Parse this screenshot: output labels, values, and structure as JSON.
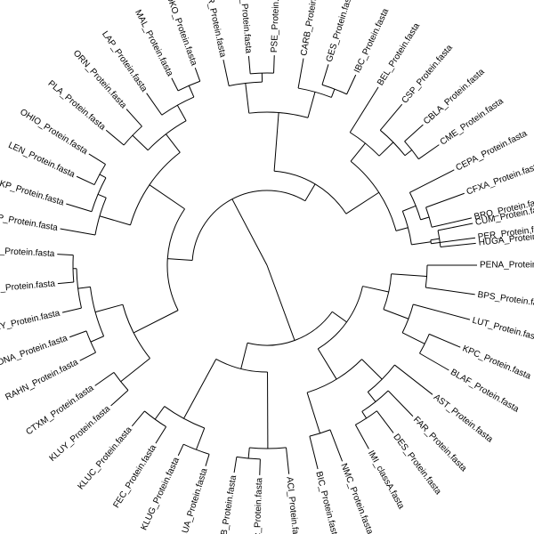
{
  "tree": {
    "line_color": "#000000",
    "background": "#ffffff",
    "leaves": [
      {
        "angle": 0,
        "label": "PENA_Protein.fasta"
      },
      {
        "angle": 8,
        "label": "BPS_Protein.fasta"
      },
      {
        "angle": 15,
        "label": "LUT_Protein.fasta"
      },
      {
        "angle": 23,
        "label": "KPC_Protein.fasta"
      },
      {
        "angle": 30,
        "label": "BLAF_Protein.fasta"
      },
      {
        "angle": 38,
        "label": "AST_Protein.fasta"
      },
      {
        "angle": 46,
        "label": "FAR_Protein.fasta"
      },
      {
        "angle": 53,
        "label": "DES_Protein.fasta"
      },
      {
        "angle": 61,
        "label": "IMI_classA.fasta"
      },
      {
        "angle": 69,
        "label": "NMC_Protein.fasta"
      },
      {
        "angle": 76,
        "label": "BIC_Protein.fasta"
      },
      {
        "angle": 84,
        "label": "ACI_Protein.fasta"
      },
      {
        "angle": 92,
        "label": "Blaz_Protein.fasta"
      },
      {
        "angle": 99,
        "label": "ROB_Protein.fasta"
      },
      {
        "angle": 107,
        "label": "KLUA_Protein.fasta"
      },
      {
        "angle": 115,
        "label": "KLUG_Protein.fasta"
      },
      {
        "angle": 122,
        "label": "FEC_Protein.fasta"
      },
      {
        "angle": 130,
        "label": "KLUC_Protein.fasta"
      },
      {
        "angle": 138,
        "label": "KLUY_Protein.fasta"
      },
      {
        "angle": 145,
        "label": "CTXM_Protein.fasta"
      },
      {
        "angle": 153,
        "label": "RAHN_Protein.fasta"
      },
      {
        "angle": 160,
        "label": "FONA_Protein.fasta"
      },
      {
        "angle": 167,
        "label": "OXY_Protein.fasta"
      },
      {
        "angle": 175,
        "label": "LRG_Protein.fasta"
      },
      {
        "angle": 183,
        "label": "BES_Protein.fasta"
      },
      {
        "angle": 190,
        "label": "ERP_Protein.fasta"
      },
      {
        "angle": 197,
        "label": "OKP_Protein.fasta"
      },
      {
        "angle": 205,
        "label": "LEN_Protein.fasta"
      },
      {
        "angle": 212,
        "label": "OHIO_Protein.fasta"
      },
      {
        "angle": 220,
        "label": "PLA_Protein.fasta"
      },
      {
        "angle": 228,
        "label": "ORN_Protein.fasta"
      },
      {
        "angle": 235,
        "label": "LAP_Protein.fasta"
      },
      {
        "angle": 243,
        "label": "MAL_Protein.fasta"
      },
      {
        "angle": 250,
        "label": "OKO_Protein.fasta"
      },
      {
        "angle": 258,
        "label": "AER_Protein.fasta"
      },
      {
        "angle": 265,
        "label": "HERA_Protein.fasta"
      },
      {
        "angle": 272,
        "label": "PSE_Protein.fasta"
      },
      {
        "angle": 280,
        "label": "CARB_Protein.fasta"
      },
      {
        "angle": 287,
        "label": "GES_Protein.fasta"
      },
      {
        "angle": 295,
        "label": "IBC_Protein.fasta"
      },
      {
        "angle": 302,
        "label": "BEL_Protein.fasta"
      },
      {
        "angle": 310,
        "label": "CSP_Protein.fasta"
      },
      {
        "angle": 318,
        "label": "CBLA_Protein.fasta"
      },
      {
        "angle": 325,
        "label": "CME_Protein.fasta"
      },
      {
        "angle": 333,
        "label": "CEPA_Protein.fasta"
      },
      {
        "angle": 340,
        "label": "CFXA_Protein.fasta"
      },
      {
        "angle": 347,
        "label": "BRO_Protein.fasta"
      },
      {
        "angle": 352.5,
        "label": "PER_Protein.fasta"
      },
      {
        "angle": 348.5,
        "label": "CUM_Protein.fasta"
      },
      {
        "angle": 354,
        "label": "HUGA_Protein.fasta"
      }
    ]
  }
}
